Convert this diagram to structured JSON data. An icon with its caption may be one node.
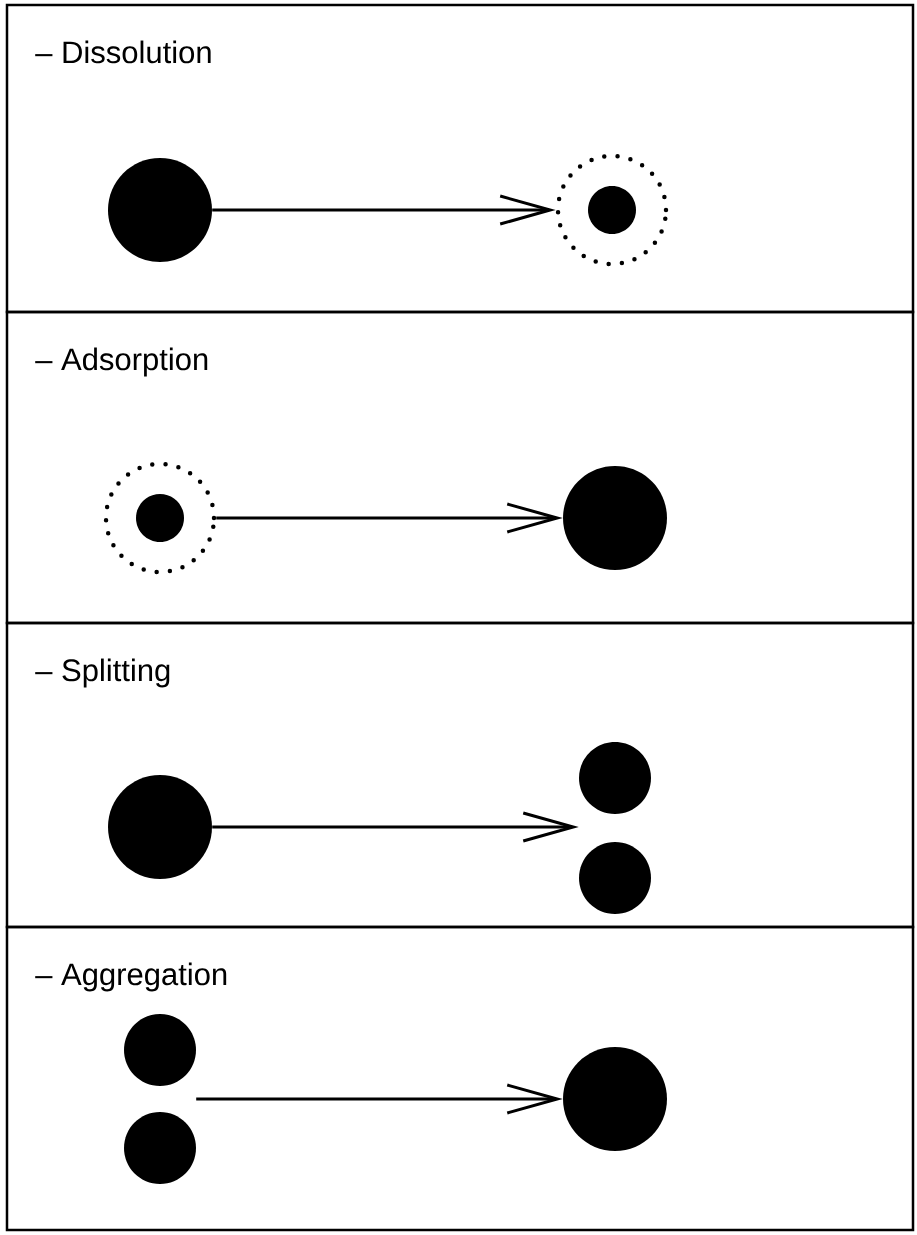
{
  "diagram": {
    "nodes": [
      {
        "text": [
          "– Dissolution"
        ]
      },
      {
        "text": [],
        "shape": "circle",
        "in": 0
      },
      {
        "text": [],
        "shape": "circle",
        "in": 0
      },
      {
        "text": [],
        "shape": "circle",
        "in": 2
      },
      {
        "text": [
          "– Adsorption"
        ]
      },
      {
        "text": [],
        "shape": "circle",
        "in": 4
      },
      {
        "text": [],
        "shape": "circle",
        "in": 5
      },
      {
        "text": [],
        "shape": "circle",
        "in": 4
      },
      {
        "text": [
          "– Splitting"
        ]
      },
      {
        "text": [],
        "shape": "circle",
        "in": 8
      },
      {
        "text": [],
        "shape": "circle",
        "in": 8
      },
      {
        "text": [],
        "shape": "circle",
        "in": 8
      },
      {
        "text": [
          "– Aggregation"
        ]
      },
      {
        "text": [],
        "shape": "circle",
        "in": 12
      },
      {
        "text": [],
        "shape": "circle",
        "in": 12
      },
      {
        "text": [],
        "shape": "circle",
        "in": 12
      }
    ],
    "edges": [
      {
        "from": 1,
        "to": 2,
        "arrow": "to"
      },
      {
        "from": 5,
        "to": 7,
        "arrow": "to"
      },
      {
        "from": 9,
        "to": 10,
        "arrow": "to"
      },
      {
        "from": 9,
        "to": 11,
        "arrow": "to"
      },
      {
        "from": 13,
        "to": 15,
        "arrow": "to"
      },
      {
        "from": 14,
        "to": 15,
        "arrow": "to"
      }
    ]
  }
}
